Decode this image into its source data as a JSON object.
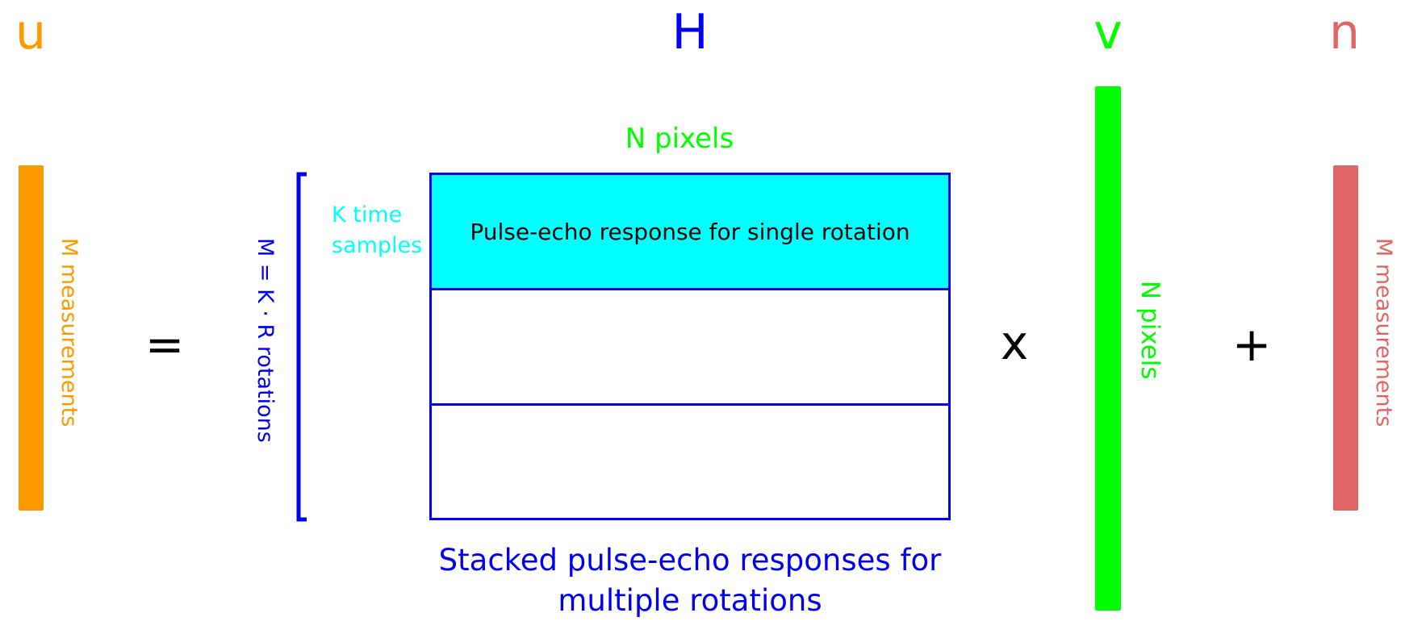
{
  "colors": {
    "u": "#ff9900",
    "H": "#0000ee",
    "v": "#00ff00",
    "n": "#e06666",
    "cyan": "#00ffff",
    "operator": "#000000"
  },
  "symbols": {
    "u": "u",
    "H": "H",
    "v": "v",
    "n": "n"
  },
  "operators": {
    "equals": "=",
    "times": "x",
    "plus": "+"
  },
  "labels": {
    "u_dimension": "M measurements",
    "h_rows": "M = K · R rotations",
    "h_columns": "N pixels",
    "k_samples_line1": "K time",
    "k_samples_line2": "samples",
    "first_row": "Pulse-echo response for single rotation",
    "caption_line1": "Stacked pulse-echo responses for",
    "caption_line2": "multiple rotations",
    "v_dimension": "N pixels",
    "n_dimension": "M measurements"
  }
}
